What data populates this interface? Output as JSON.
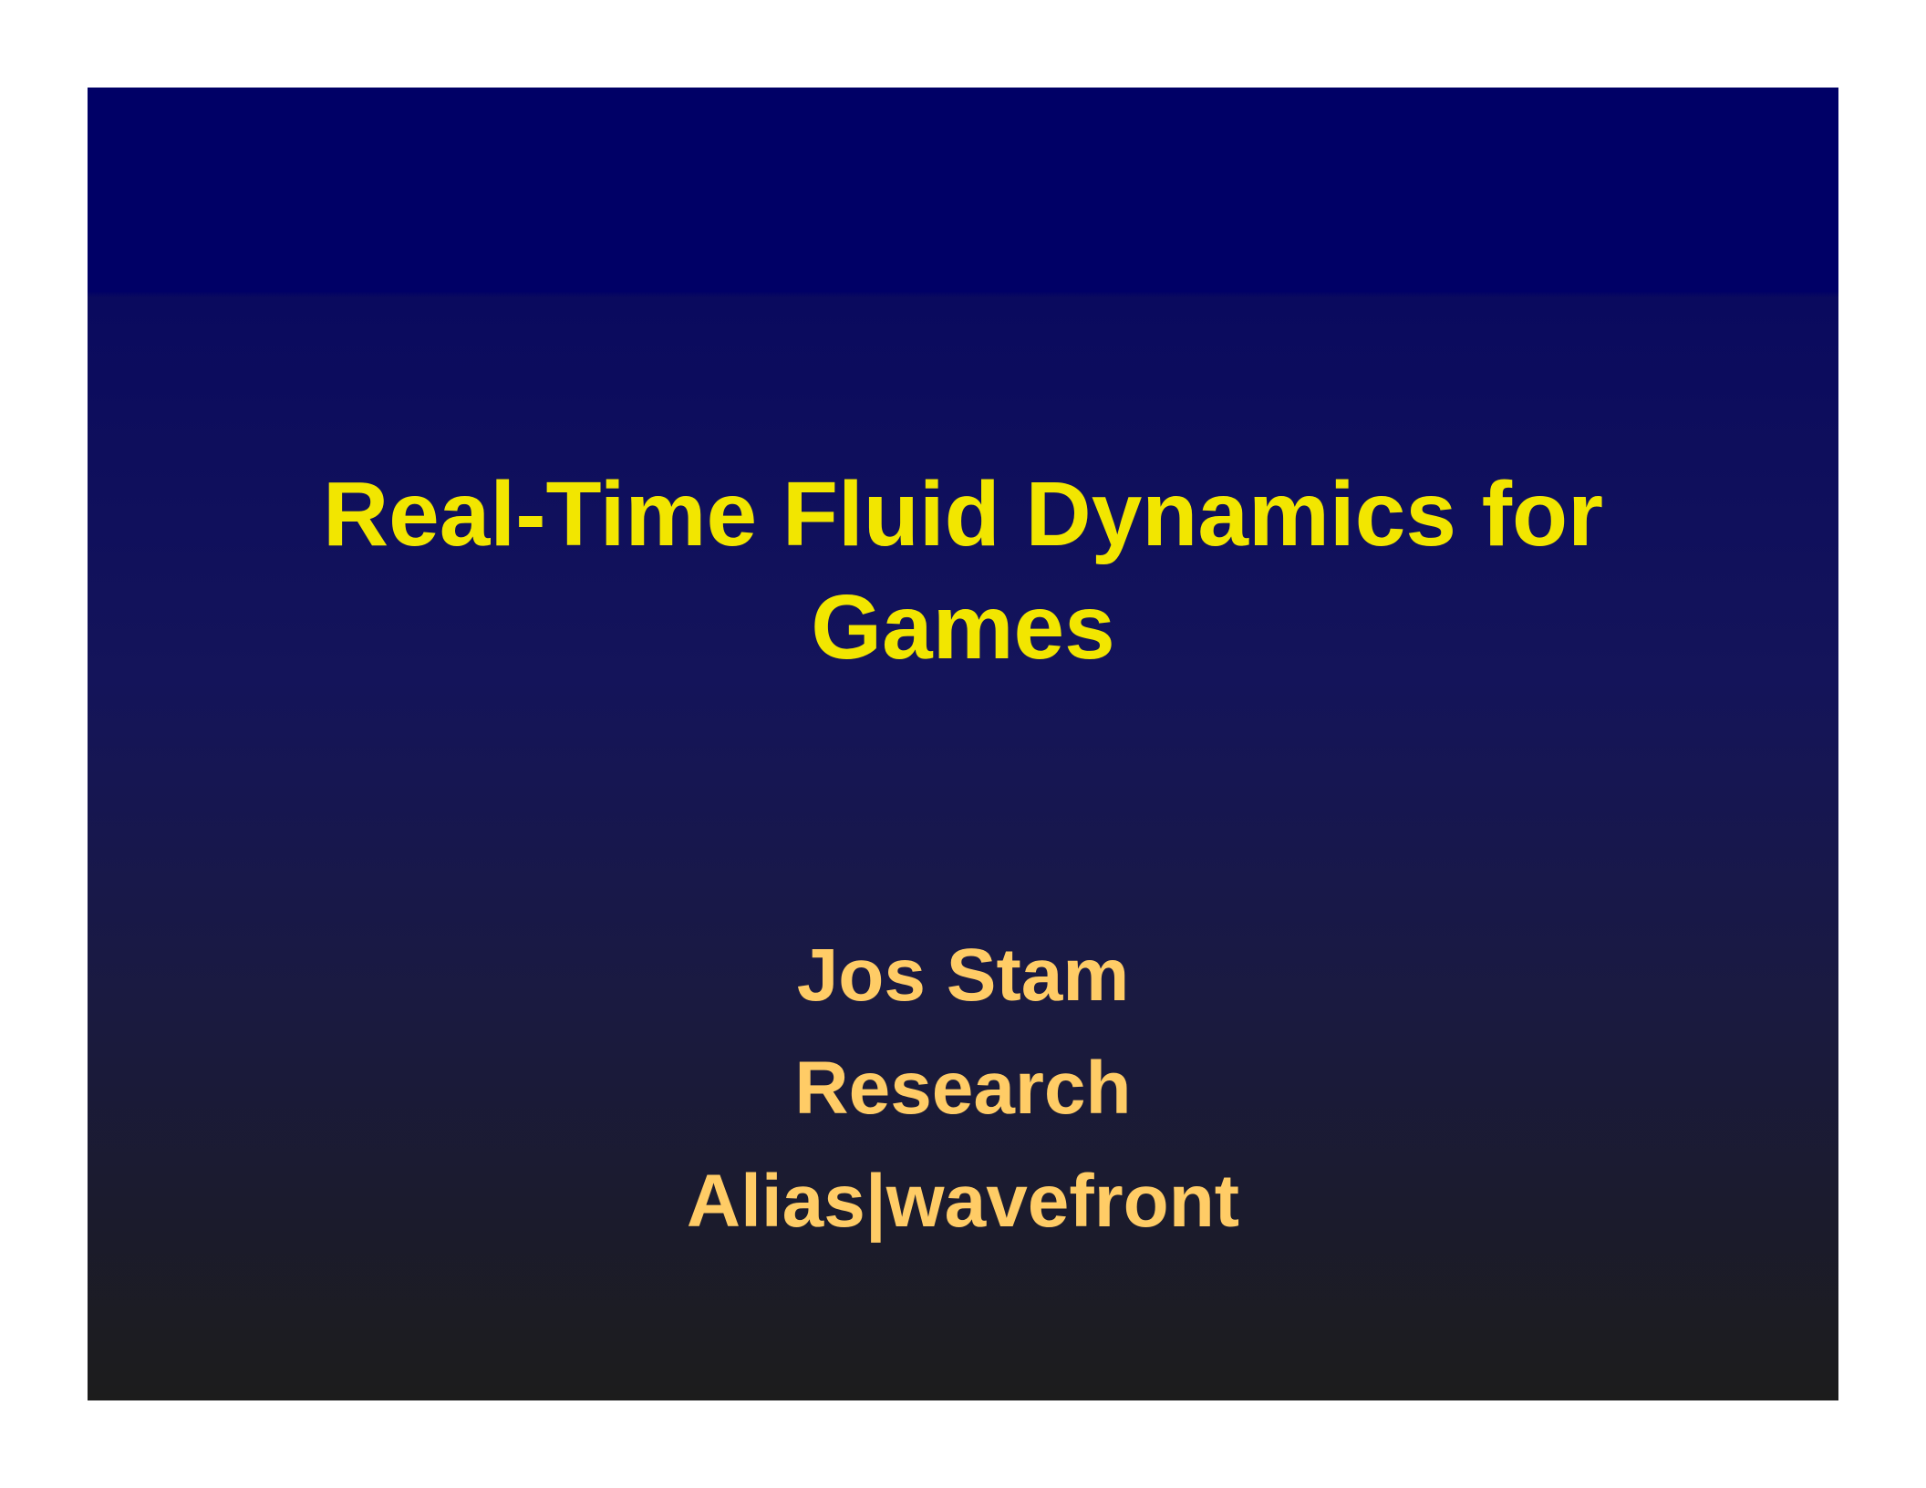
{
  "slide": {
    "title_line1": "Real-Time Fluid Dynamics for",
    "title_line2": "Games",
    "author": "Jos Stam",
    "department": "Research",
    "company": "Alias|wavefront"
  },
  "colors": {
    "title": "#f2e600",
    "subtitle": "#ffcc66",
    "background_top": "#000066",
    "background_bottom": "#1c1c1c",
    "page": "#ffffff"
  }
}
